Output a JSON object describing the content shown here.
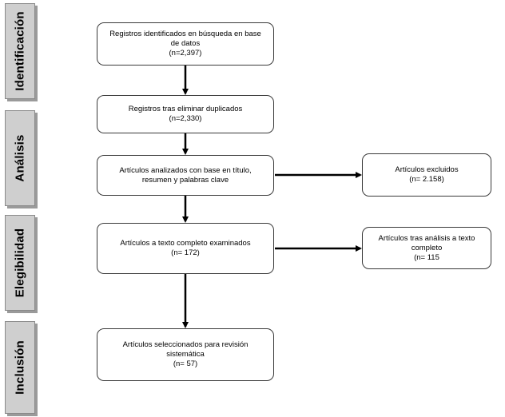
{
  "stages": [
    {
      "id": "identificacion",
      "label": "Identificación"
    },
    {
      "id": "analisis",
      "label": "Análisis"
    },
    {
      "id": "elegibilidad",
      "label": "Elegibilidad"
    },
    {
      "id": "inclusion",
      "label": "Inclusión"
    }
  ],
  "boxes": {
    "registros_identificados": "Registros identificados en búsqueda en base\nde datos\n(n=2,397)",
    "registros_sin_duplicados": "Registros tras eliminar duplicados\n(n=2,330)",
    "articulos_analizados": "Artículos analizados con base en título,\nresumen y palabras clave",
    "articulos_excluidos": "Artículos excluidos\n(n= 2.158)",
    "texto_completo_examinados": "Artículos a texto completo examinados\n(n= 172)",
    "tras_analisis_texto_completo": "Artículos tras análisis a texto\ncompleto\n(n= 115",
    "seleccionados_revision": "Artículos seleccionados para revisión\nsistemática\n(n= 57)"
  }
}
